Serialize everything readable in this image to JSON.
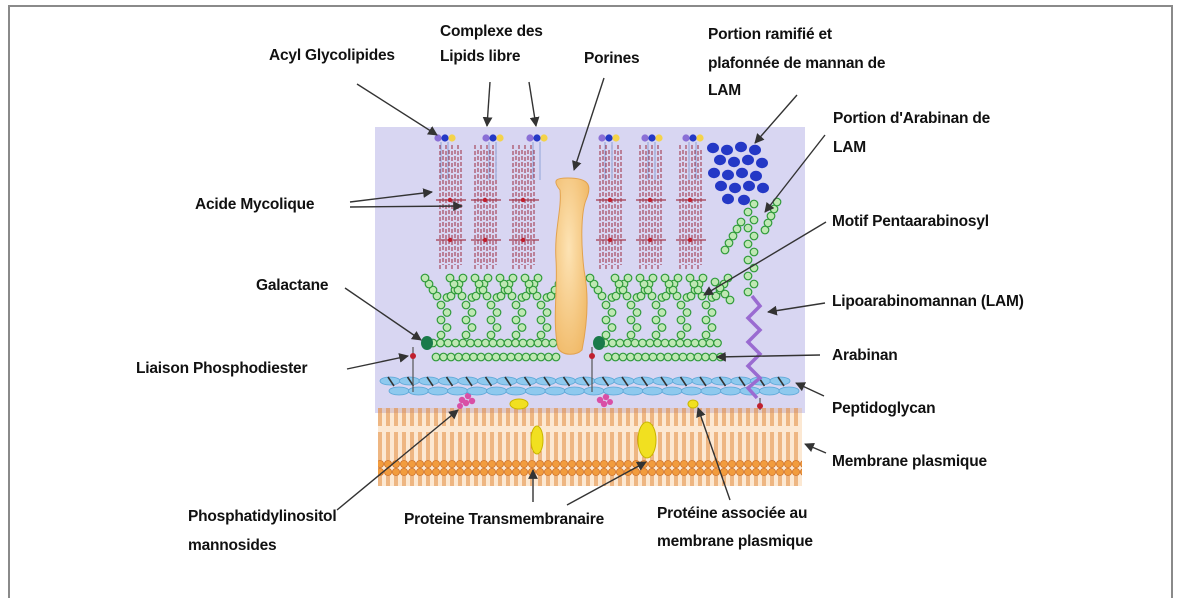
{
  "colors": {
    "panel": "#d8d6f2",
    "membrane": "#f09a3c",
    "membrane_dark": "#c9651a",
    "peptidoglycan": "#8ec9ee",
    "glycan_green": "#7fcf73",
    "mycolic_red": "#a23a4e",
    "porin": "#f4c27a",
    "mannan_blue": "#2438c6",
    "lam_purple": "#9a6bd1",
    "protein_yellow": "#f1e020",
    "pim_pink": "#d94fa6",
    "galactan_dark_green": "#1a7a4a"
  },
  "labels": {
    "acyl_glycolipides": "Acyl Glycolipides",
    "complexe_lipids_line1": "Complexe des",
    "complexe_lipids_line2": "Lipids libre",
    "porines": "Porines",
    "portion_ramifie_line1": "Portion ramifié et",
    "portion_ramifie_line2": "plafonnée de mannan de",
    "portion_ramifie_line3": "LAM",
    "arabinan_lam_line1": "Portion d'Arabinan de",
    "arabinan_lam_line2": "LAM",
    "acide_mycolique": "Acide Mycolique",
    "motif_pentaarabinosyl": "Motif Pentaarabinosyl",
    "galactane": "Galactane",
    "lipoarabinomannan": "Lipoarabinomannan (LAM)",
    "liaison_phosphodiester": "Liaison Phosphodiester",
    "arabinan": "Arabinan",
    "peptidoglycan": "Peptidoglycan",
    "membrane_plasmique": "Membrane plasmique",
    "pim_line1": "Phosphatidylinositol",
    "pim_line2": "mannosides",
    "proteine_transmembranaire": "Proteine Transmembranaire",
    "proteine_associee_line1": "Protéine associée au",
    "proteine_associee_line2": "membrane plasmique"
  }
}
